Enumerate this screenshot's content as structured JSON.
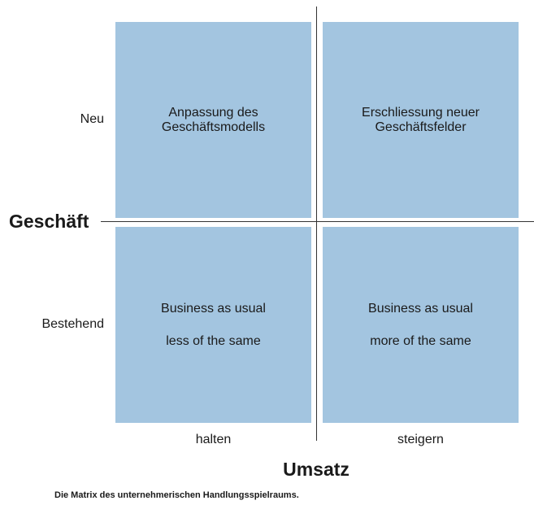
{
  "quadrants": {
    "top_left": {
      "line1": "Anpassung des",
      "line2": "Geschäftsmodells"
    },
    "top_right": {
      "line1": "Erschliessung neuer",
      "line2": "Geschäftsfelder"
    },
    "bottom_left": {
      "line1": "Business as usual",
      "line2": "less of the same"
    },
    "bottom_right": {
      "line1": "Business as usual",
      "line2": "more of the same"
    }
  },
  "y_axis": {
    "title": "Geschäft",
    "top": "Neu",
    "bottom": "Bestehend"
  },
  "x_axis": {
    "title": "Umsatz",
    "left": "halten",
    "right": "steigern"
  },
  "caption": "Die Matrix des unternehmerischen Handlungsspielraums.",
  "colors": {
    "quadrant": "#a3c5e0"
  }
}
